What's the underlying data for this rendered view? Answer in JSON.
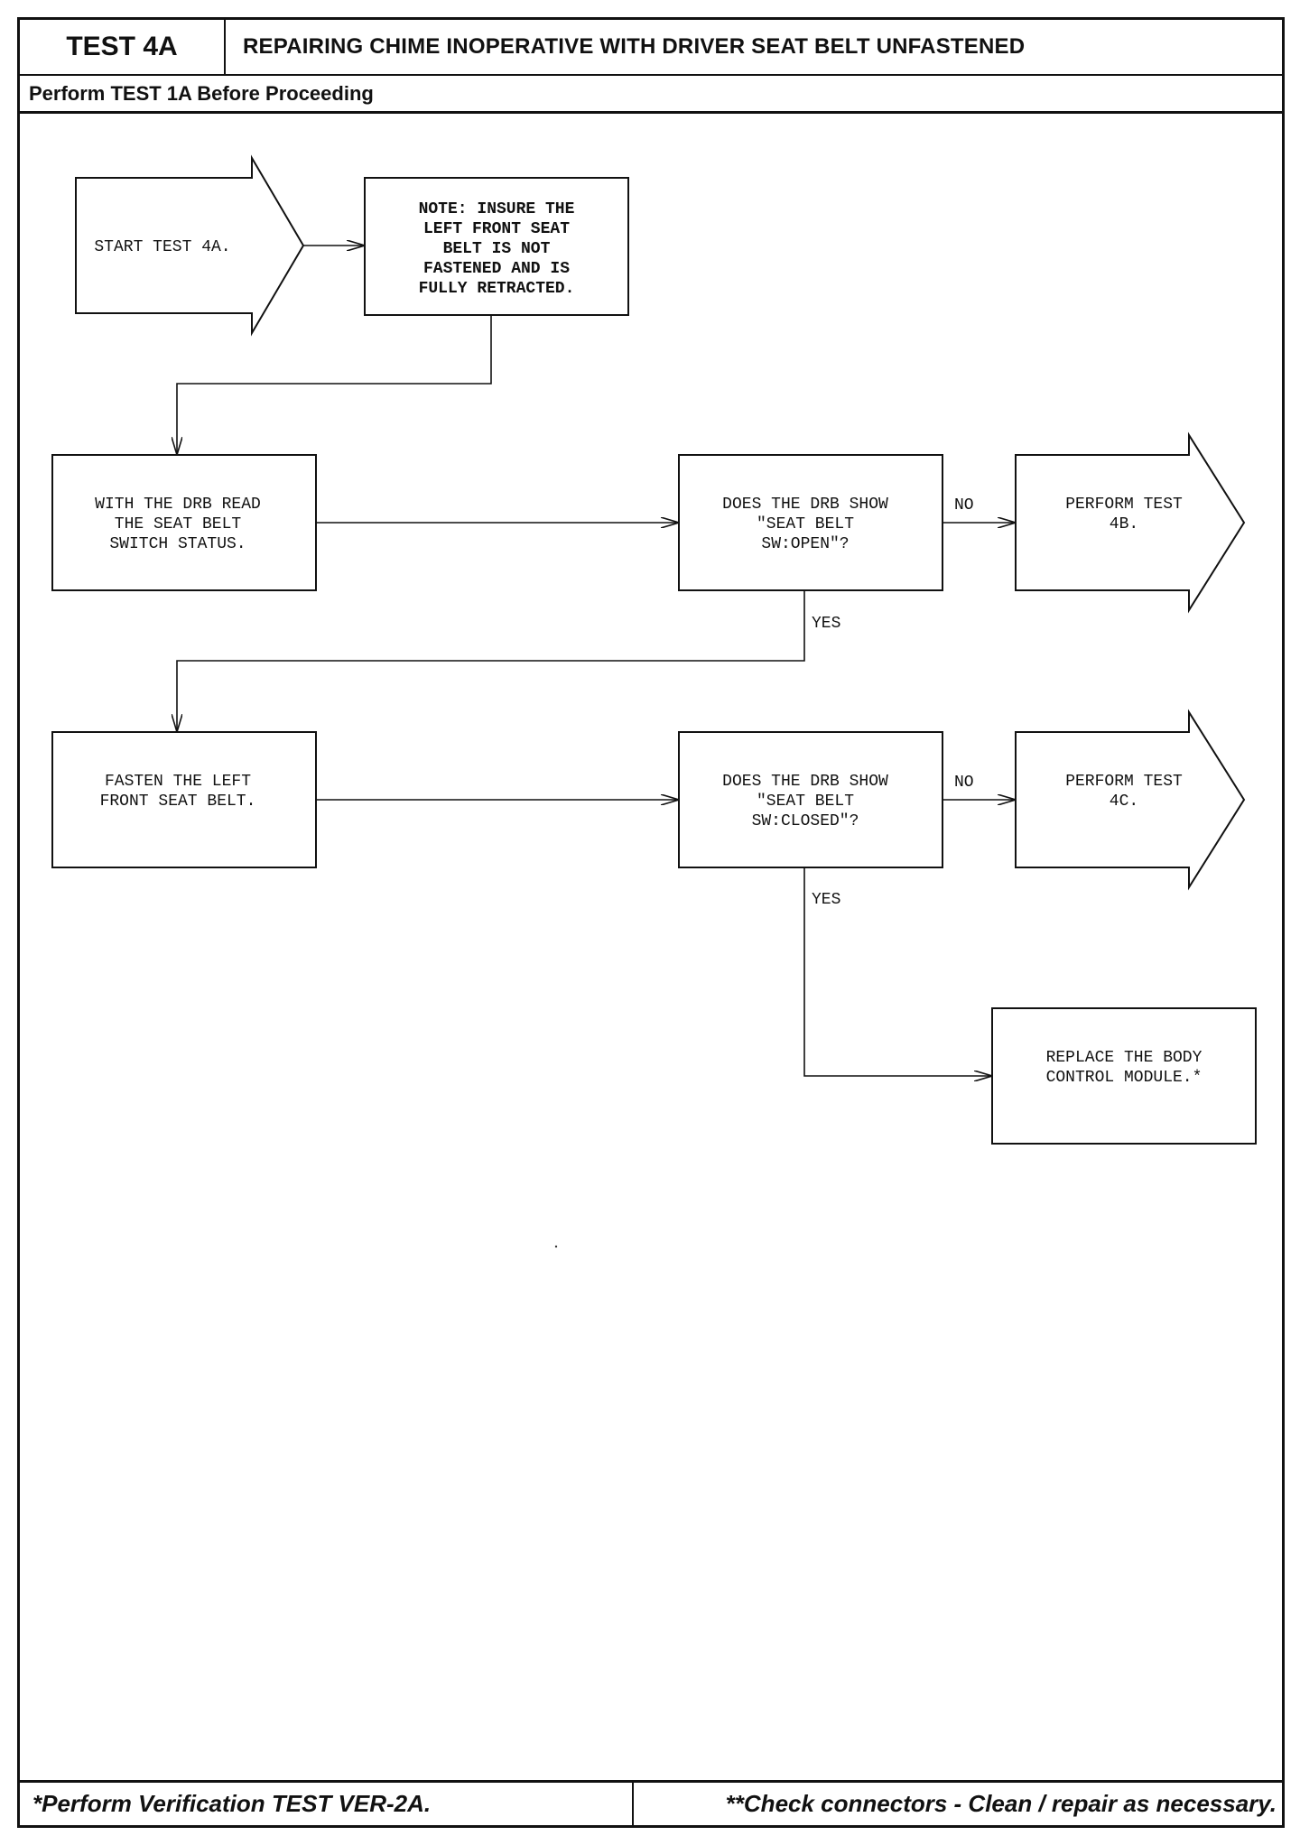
{
  "header": {
    "test_id": "TEST 4A",
    "title": "REPAIRING CHIME INOPERATIVE WITH DRIVER SEAT BELT UNFASTENED",
    "prerequisite": "Perform TEST 1A Before Proceeding"
  },
  "flowchart": {
    "start": [
      "START TEST 4A."
    ],
    "note": [
      "NOTE: INSURE THE",
      "LEFT FRONT SEAT",
      "BELT IS NOT",
      "FASTENED AND IS",
      "FULLY RETRACTED."
    ],
    "step_read_switch": [
      "WITH THE DRB READ",
      "THE SEAT BELT",
      "SWITCH STATUS."
    ],
    "decision_open": [
      "DOES THE DRB SHOW",
      "\"SEAT BELT",
      "SW:OPEN\"?"
    ],
    "goto_4b": [
      "PERFORM TEST",
      "4B."
    ],
    "step_fasten": [
      "FASTEN THE LEFT",
      "FRONT SEAT BELT."
    ],
    "decision_closed": [
      "DOES THE DRB SHOW",
      "\"SEAT BELT",
      "SW:CLOSED\"?"
    ],
    "goto_4c": [
      "PERFORM TEST",
      "4C."
    ],
    "replace_bcm": [
      "REPLACE THE BODY",
      "CONTROL MODULE.*"
    ],
    "label_no_1": "NO",
    "label_yes_1": "YES",
    "label_no_2": "NO",
    "label_yes_2": "YES"
  },
  "footer": {
    "left": "*Perform Verification TEST VER-2A.",
    "right": "**Check connectors - Clean / repair as necessary."
  }
}
